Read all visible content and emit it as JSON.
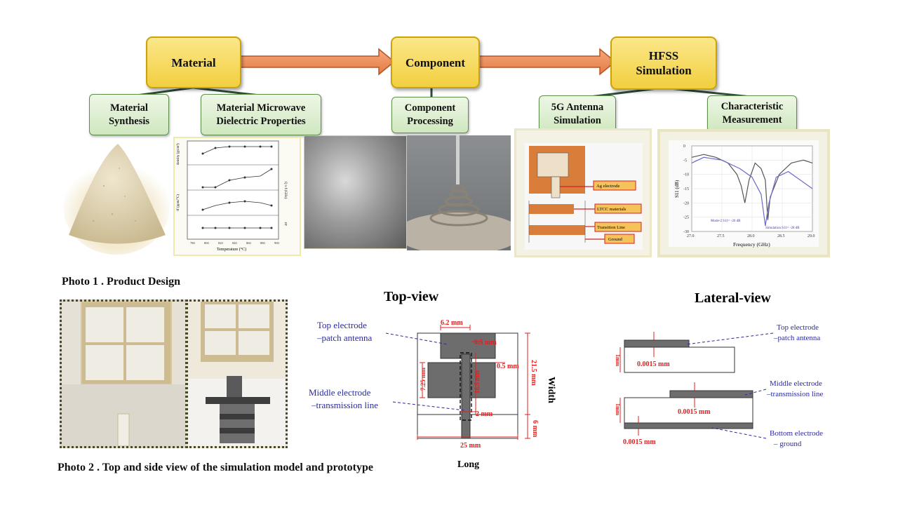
{
  "flow": {
    "material": "Material",
    "component": "Component",
    "hfss_line1": "HFSS",
    "hfss_line2": "Simulation"
  },
  "substeps": {
    "synthesis_l1": "Material",
    "synthesis_l2": "Synthesis",
    "microwave_l1": "Material Microwave",
    "microwave_l2": "Dielectric Properties",
    "processing_l1": "Component",
    "processing_l2": "Processing",
    "antenna_l1": "5G Antenna",
    "antenna_l2": "Simulation",
    "measurement_l1": "Characteristic",
    "measurement_l2": "Measurement"
  },
  "props_plot": {
    "y1": "density (g/cm³)",
    "y2": "Q x f (GHz)",
    "y3": "τf (ppm/°C)",
    "y4": "εr",
    "xlabel": "Temperature (°C)",
    "xticks": [
      "780",
      "800",
      "820",
      "840",
      "860",
      "880",
      "900"
    ]
  },
  "layer_diagram": {
    "ag": "Ag electrode",
    "ltcc": "LTCC materials",
    "transition": "Transition Line",
    "ground": "Ground"
  },
  "s11_plot": {
    "ylabel": "S11 (dB)",
    "xlabel": "Frequency (GHz)",
    "yticks": [
      "0",
      "-5",
      "-10",
      "-15",
      "-20",
      "-25",
      "-30"
    ],
    "xticks": [
      "27.0",
      "27.5",
      "28.0",
      "28.5",
      "29.0"
    ],
    "ann_mode2": "Mode-2 S11= -26 dB",
    "ann_sim": "Simulation S11= -28 dB"
  },
  "captions": {
    "photo1": "Photo 1 . Product Design",
    "photo2": "Photo 2 . Top and side view of the simulation model and prototype"
  },
  "top_view": {
    "title": "Top-view",
    "patch_l1": "Top electrode",
    "patch_l2": "–patch antenna",
    "middle_l1": "Middle electrode",
    "middle_l2": "–transmission line",
    "d62": "6.2 mm",
    "d05a": "0.5 mm",
    "d05b": "0.5 mm",
    "d725": "7.25 mm",
    "d165": "16.5 mm",
    "d2": "2 mm",
    "d215": "21.5 mm",
    "d6": "6 mm",
    "d25": "25 mm",
    "width": "Width",
    "long": "Long"
  },
  "lateral_view": {
    "title": "Lateral-view",
    "top_l1": "Top electrode",
    "top_l2": "–patch antenna",
    "mid_l1": "Middle electrode",
    "mid_l2": "–transmission line",
    "bot_l1": "Bottom electrode",
    "bot_l2": "– ground",
    "t1": "0.0015 mm",
    "t2": "0.0015 mm",
    "t3": "0.0015 mm",
    "h1": "1mm",
    "h2": "1mm"
  }
}
